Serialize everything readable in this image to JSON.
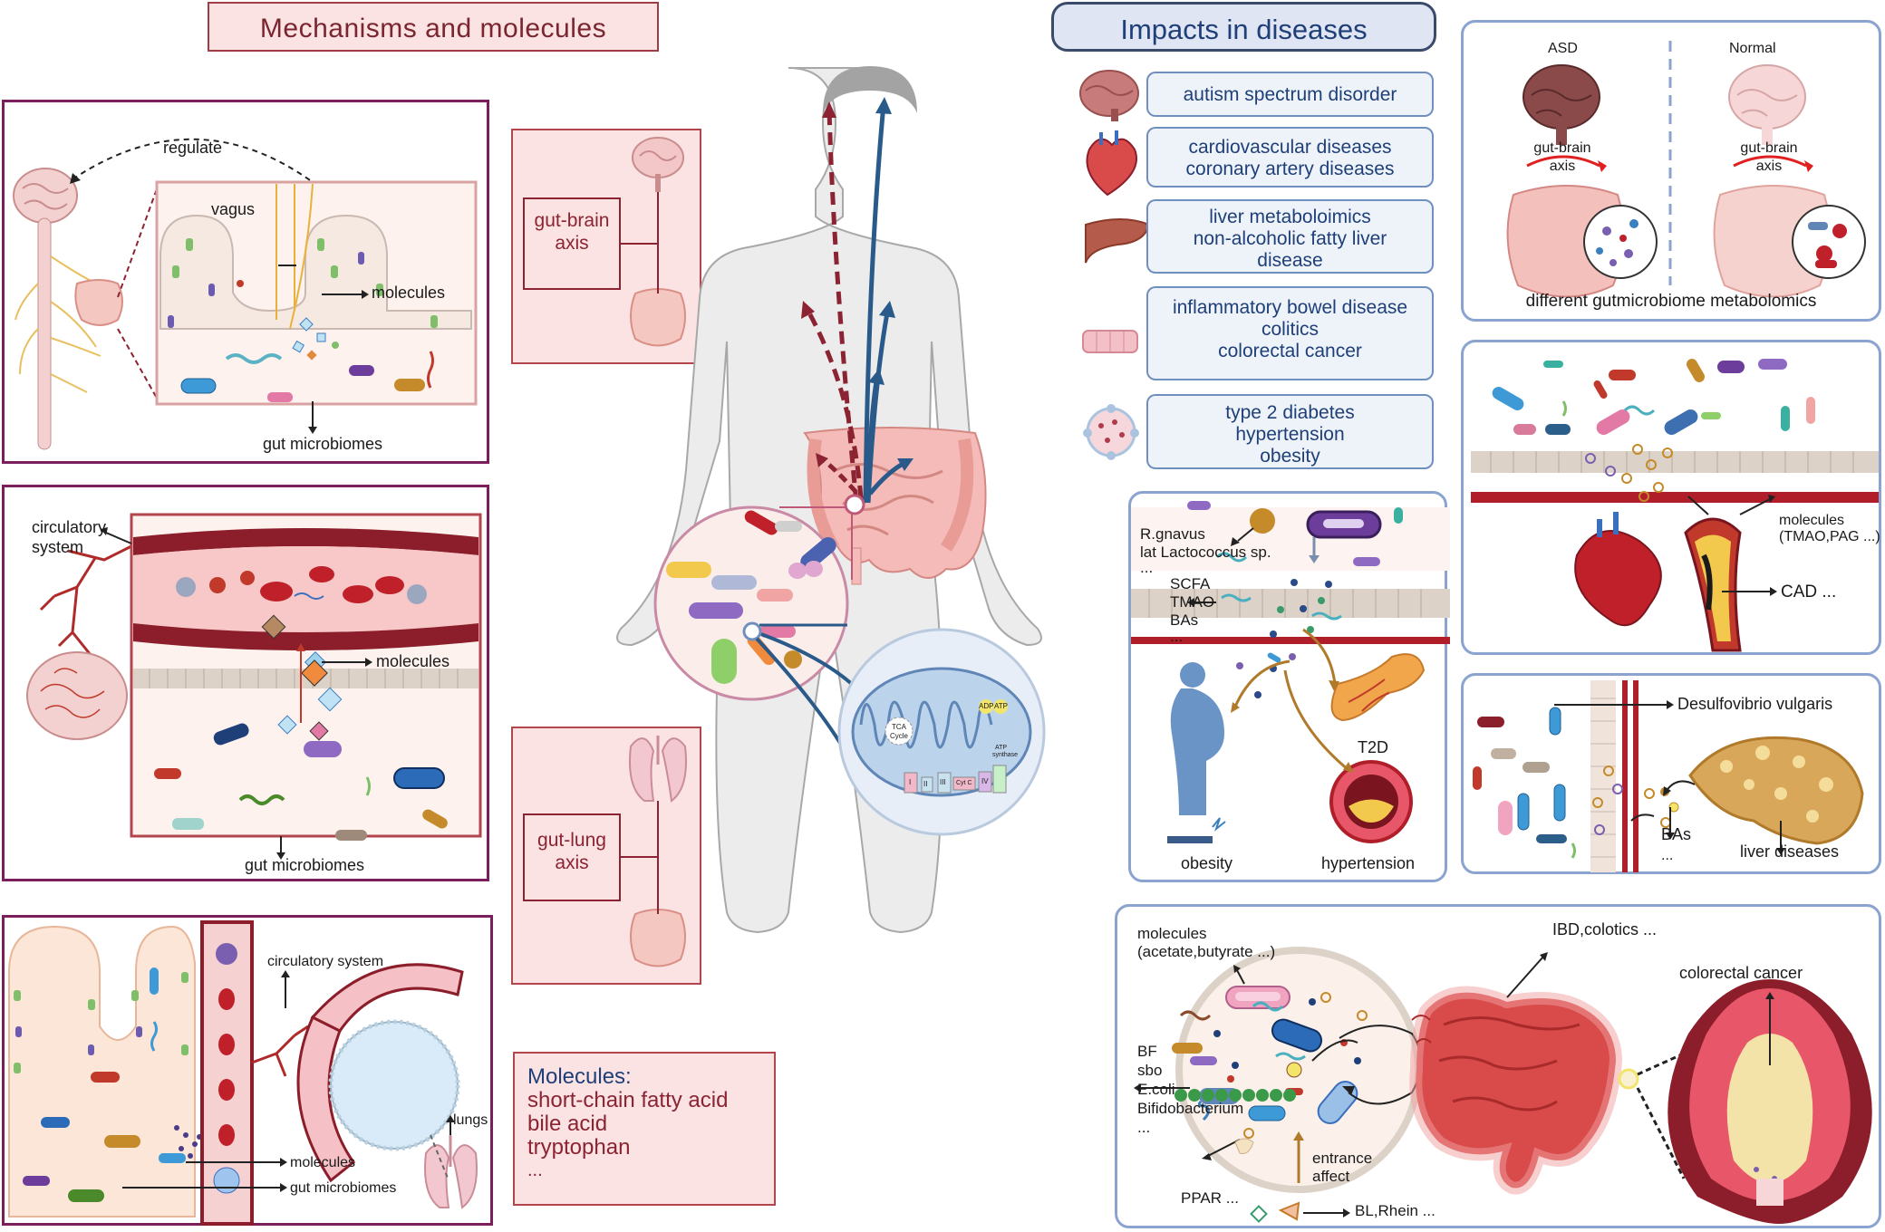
{
  "headers": {
    "mechanisms": "Mechanisms and  molecules",
    "impacts": "Impacts in diseases"
  },
  "panel1": {
    "regulate": "regulate",
    "vagus": "vagus",
    "molecules": "molecules",
    "gut_microbiomes": "gut microbiomes"
  },
  "panel2": {
    "circulatory_system_1": "circulatory",
    "circulatory_system_2": "system",
    "molecules": "molecules",
    "gut_microbiomes": "gut microbiomes"
  },
  "panel3": {
    "circulatory_system": "circulatory system",
    "lungs": "lungs",
    "molecules": "molecules",
    "gut_microbiomes": "gut microbiomes"
  },
  "axes": {
    "gut_brain_1": "gut-brain",
    "gut_brain_2": "axis",
    "gut_lung_1": "gut-lung",
    "gut_lung_2": "axis"
  },
  "molecules_box": {
    "title": "Molecules:",
    "items": [
      "short-chain fatty acid",
      "bile acid",
      "tryptophan",
      "..."
    ]
  },
  "mito": {
    "tca_1": "TCA",
    "tca_2": "Cycle",
    "adp": "ADP",
    "atp": "ATP",
    "atp_synthase_1": "ATP",
    "atp_synthase_2": "synthase",
    "complex_1": "I",
    "complex_2": "II",
    "complex_3": "III",
    "cyt": "Cyt C",
    "complex_4": "IV"
  },
  "diseases": [
    {
      "lines": [
        "autism spectrum disorder"
      ]
    },
    {
      "lines": [
        "cardiovascular diseases",
        "coronary artery diseases"
      ]
    },
    {
      "lines": [
        "liver metaboloimics",
        "non-alcoholic fatty liver",
        "disease"
      ]
    },
    {
      "lines": [
        "inflammatory bowel disease",
        "colitics",
        "colorectal cancer"
      ]
    },
    {
      "lines": [
        "type 2 diabetes",
        "hypertension",
        "obesity"
      ]
    }
  ],
  "asd_panel": {
    "asd": "ASD",
    "normal": "Normal",
    "axis_1": "gut-brain",
    "axis_2": "axis",
    "caption": "different gutmicrobiome metabolomics"
  },
  "cvd_panel": {
    "molecules_1": "molecules",
    "molecules_2": "(TMAO,PAG ...)",
    "cad": "CAD ..."
  },
  "t2d_panel": {
    "bacteria_1": "R.gnavus",
    "bacteria_2": "lat Lactococcus sp.",
    "bacteria_3": "...",
    "scfa": "SCFA",
    "tmao": "TMAO",
    "bas": "BAs",
    "dots": "...",
    "t2d": "T2D",
    "obesity": "obesity",
    "hypertension": "hypertension"
  },
  "liver_panel": {
    "desulfo": "Desulfovibrio vulgaris",
    "bas": "BAs",
    "dots": "...",
    "liver_diseases": "liver diseases"
  },
  "ibd_panel": {
    "molecules_1": "molecules",
    "molecules_2": "(acetate,butyrate ...)",
    "bacteria": [
      "BF",
      "sbo",
      "E.coli",
      "Bifidobacterium",
      "..."
    ],
    "ppar": "PPAR ...",
    "entrance_1": "entrance",
    "entrance_2": "affect",
    "bl_rhein": "BL,Rhein ...",
    "ibd": "IBD,colotics ...",
    "crc": "colorectal cancer"
  },
  "colors": {
    "maroon": "#7a1f5c",
    "dark_red": "#8b2332",
    "navy": "#1f3f78",
    "pink_panel": "#fbe3e3",
    "blue_border": "#8aa3cf"
  }
}
